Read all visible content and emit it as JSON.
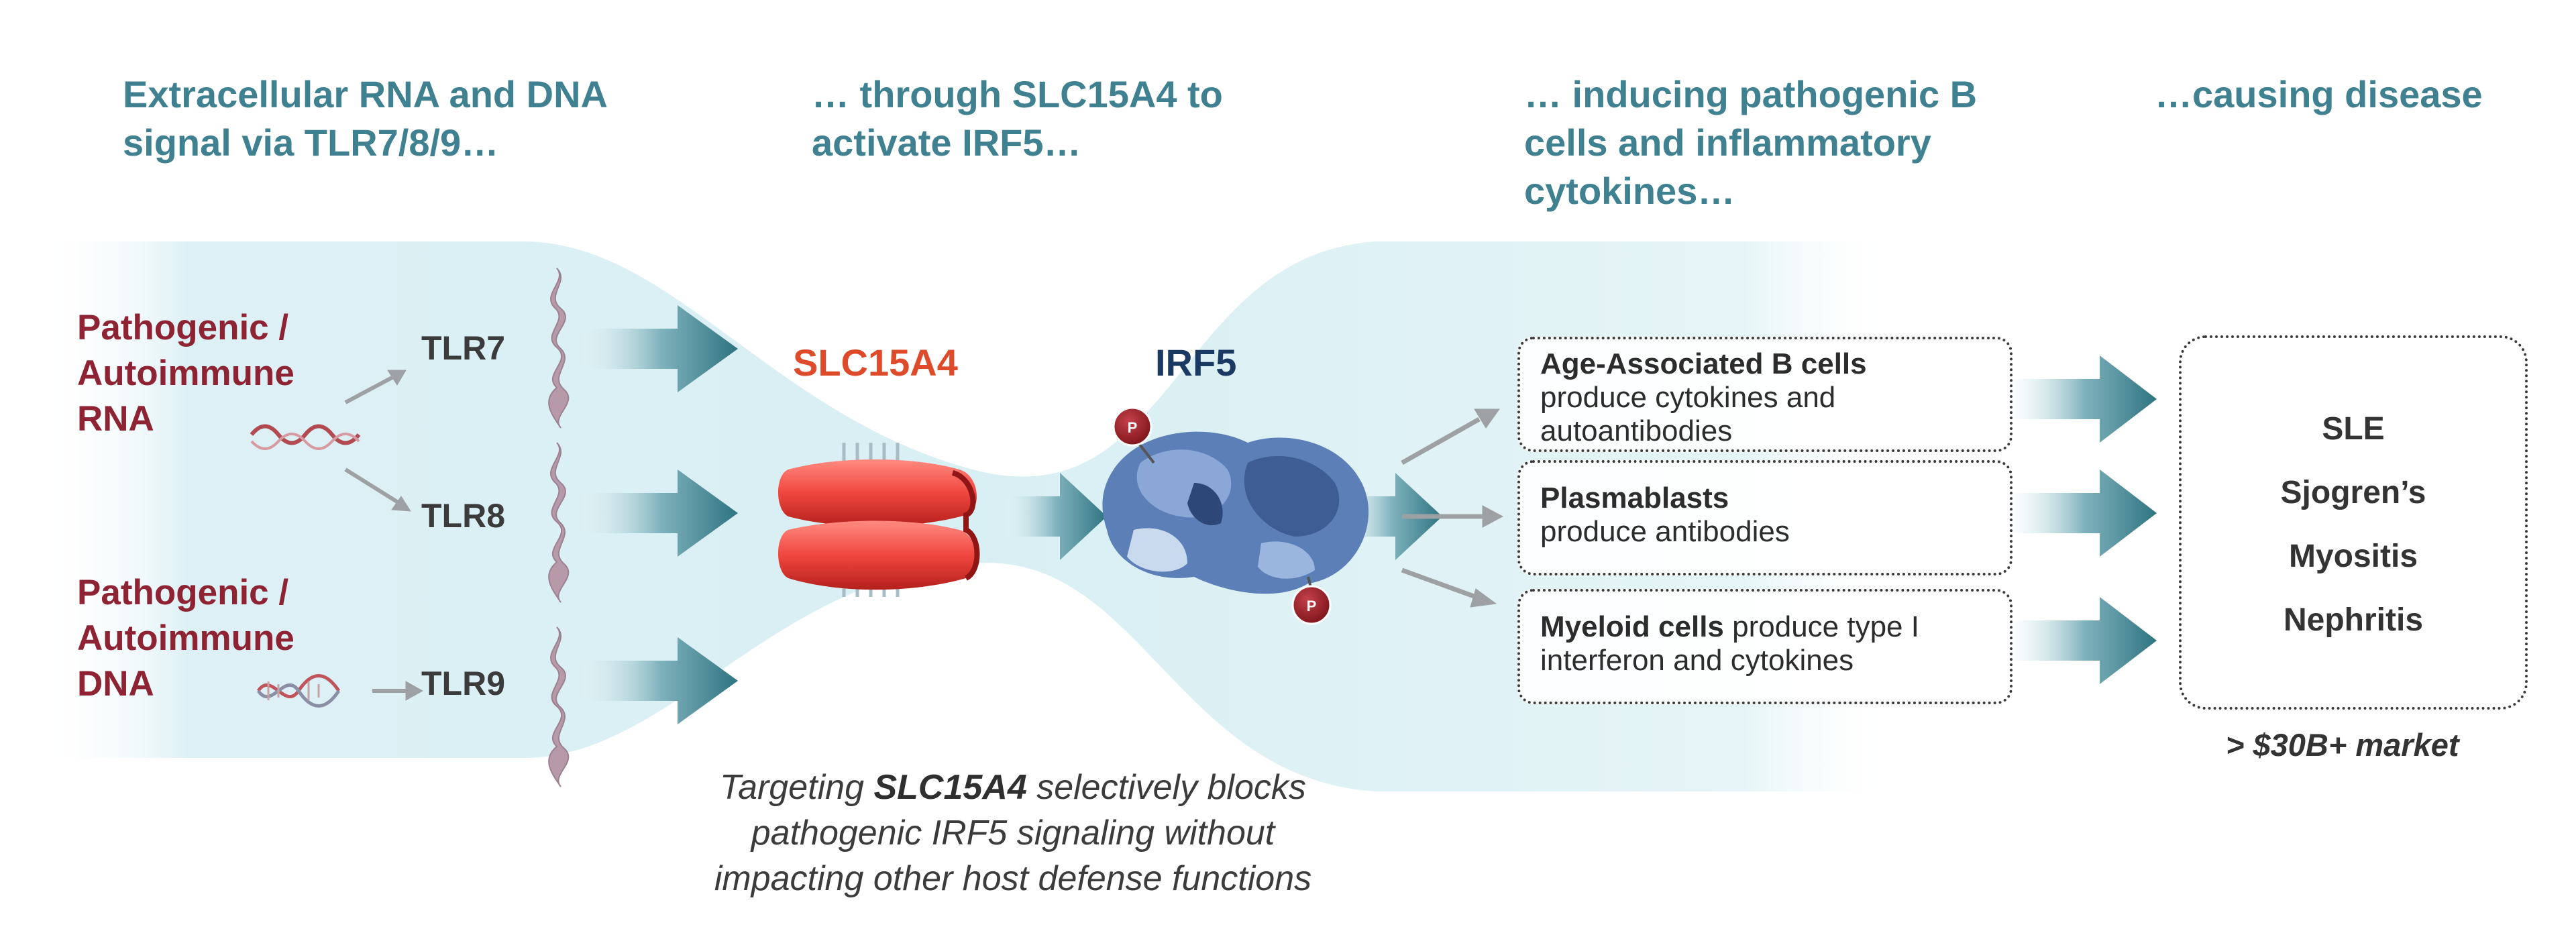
{
  "headers": {
    "step1": "Extracellular RNA and DNA\nsignal via TLR7/8/9…",
    "step2": "… through SLC15A4 to\nactivate IRF5…",
    "step3": "… inducing pathogenic B\ncells and inflammatory\ncytokines…",
    "step4": "…causing disease"
  },
  "sources": {
    "rna": "Pathogenic /\nAutoimmune\nRNA",
    "dna": "Pathogenic /\nAutoimmune\nDNA"
  },
  "receptors": [
    "TLR7",
    "TLR8",
    "TLR9"
  ],
  "slc_label": "SLC15A4",
  "irf_label": "IRF5",
  "phospho_label": "P",
  "outcomes": [
    {
      "bold": "Age-Associated B cells",
      "text": "produce cytokines and\nautoantibodies"
    },
    {
      "bold": "Plasmablasts",
      "text": "produce antibodies"
    },
    {
      "bold": "Myeloid cells",
      "text": "produce type I\ninterferon and cytokines"
    }
  ],
  "diseases": [
    "SLE",
    "Sjogren’s",
    "Myositis",
    "Nephritis"
  ],
  "market": "> $30B+ market",
  "targeting": {
    "pre": "Targeting ",
    "bold": "SLC15A4",
    "post": " selectively blocks\npathogenic IRF5 signaling without\nimpacting other host defense functions"
  },
  "colors": {
    "header_teal": "#3f8190",
    "pathogenic_red": "#8e2333",
    "slc_orange": "#dd4b2b",
    "irf_navy": "#1b3a63",
    "arrow_teal": "#3b7f8c",
    "funnel_bg": "#d6eef3"
  },
  "icons": [
    "rna-strand-icon",
    "dna-helix-icon",
    "tlr-receptor-icon",
    "slc15a4-transporter-icon",
    "irf5-protein-icon",
    "phosphate-icon",
    "teal-arrow-icon"
  ]
}
